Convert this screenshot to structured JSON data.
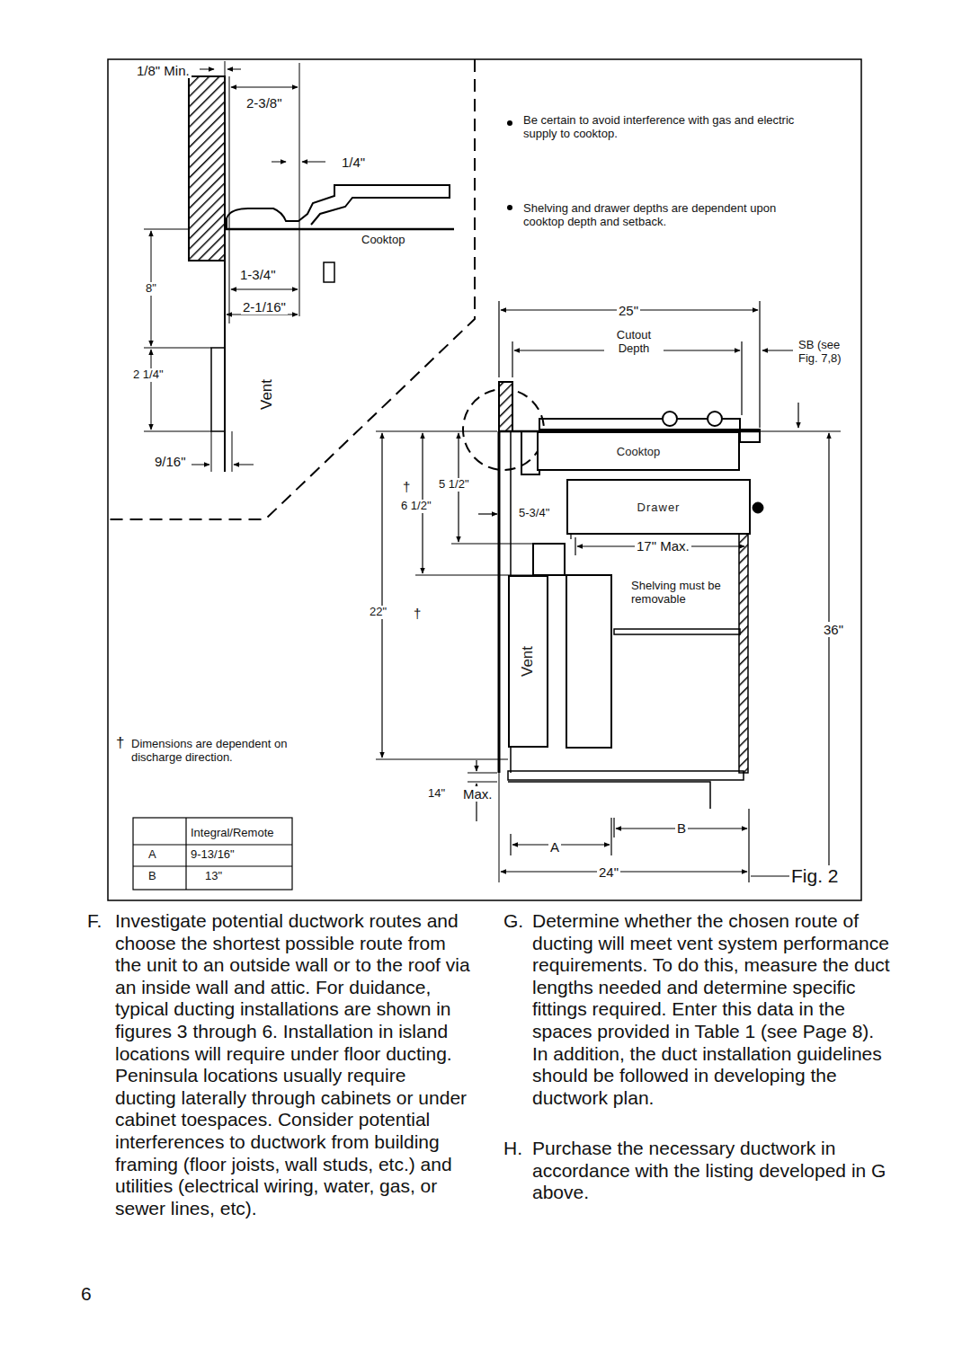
{
  "diagram": {
    "nodes": [
      {
        "text": [
          "Cooktop"
        ]
      },
      {
        "text": [
          "Drawer"
        ]
      },
      {
        "text": [
          "Vent"
        ]
      }
    ],
    "labels": [
      "1/8\" Min.",
      "2-3/8\"",
      "1/4\"",
      "Cooktop",
      "1-3/4\"",
      "2-1/16\"",
      "8\"",
      "2 1/4\"",
      "Vent",
      "9/16\"",
      "Be certain to avoid interference with gas and electric supply to cooktop.",
      "Shelving and drawer depths are dependent upon cooktop depth and setback.",
      "25\"",
      "Cutout Depth",
      "SB (see Fig. 7,8)",
      "†",
      "5 1/2\"",
      "6 1/2\"",
      "5-3/4\"",
      "17\" Max.",
      "Shelving must be removable",
      "22\"",
      "†",
      "36\"",
      "†",
      "Dimensions are dependent on discharge direction.",
      "14\"",
      "Max.",
      "Integral/Remote",
      "A",
      "9-13/16\"",
      "B",
      "13\"",
      "B",
      "A",
      "24\"",
      "Fig. 2",
      "F.",
      "Investigate potential ductwork routes and choose the shortest possible route from the unit to an outside wall or to the roof via an inside wall and attic. For duidance, typical ducting installations are shown in figures 3 through 6. Installation in island locations will require under floor ducting. Peninsula locations usually require ducting laterally through cabinets or under cabinet toespaces. Consider potential interferences to ductwork from building framing (floor joists, wall studs, etc.) and utilities (electrical wiring, water, gas, or sewer lines, etc).",
      "G.",
      "Determine whether the chosen route of ducting will meet vent system performance requirements. To do this, measure the duct lengths needed and determine specific fittings required. Enter this data in the spaces provided in Table 1 (see Page 8). In addition, the duct installation guidelines should be followed in developing the ductwork plan.",
      "H.",
      "Purchase the necessary ductwork in accordance with the listing developed in G above.",
      "6"
    ]
  }
}
